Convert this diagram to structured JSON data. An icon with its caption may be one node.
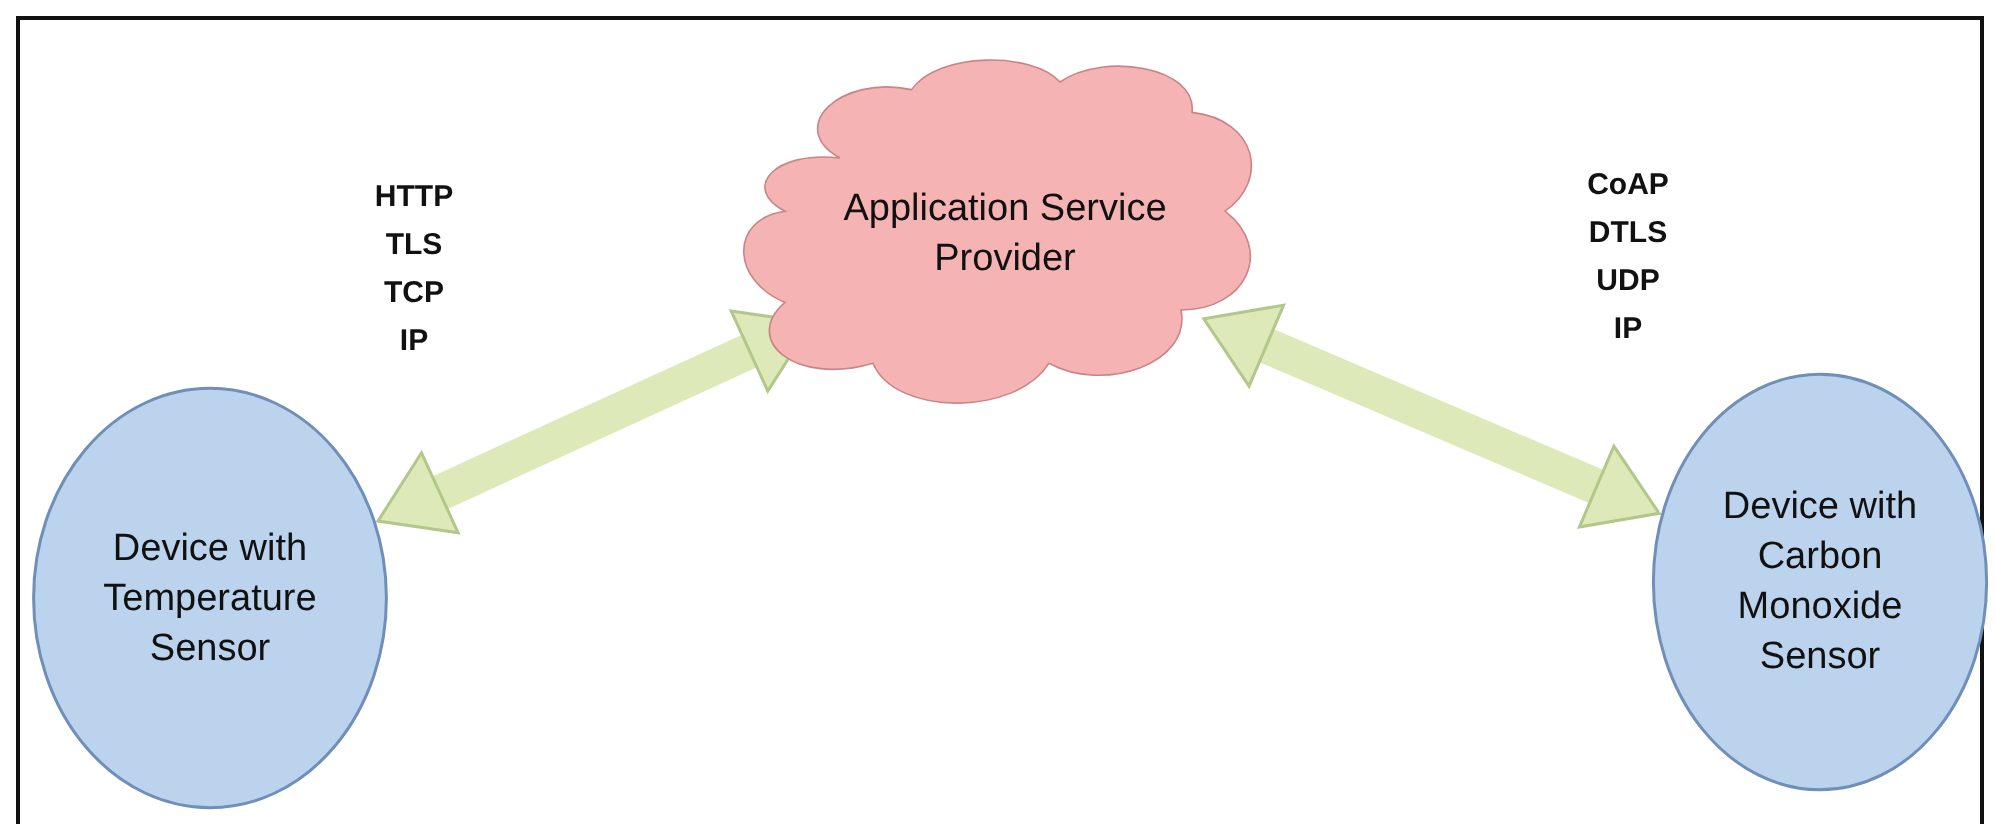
{
  "diagram": {
    "nodes": [
      {
        "text": [
          "Application Service Provider"
        ]
      },
      {
        "text": [
          "Device with Temperature Sensor"
        ]
      },
      {
        "text": [
          "Device with Carbon Monoxide Sensor"
        ]
      }
    ],
    "edges": [
      {
        "from": 1,
        "to": 0,
        "arrow": "both"
      },
      {
        "from": 0,
        "to": 2,
        "arrow": "both"
      }
    ],
    "labels": [
      "HTTP",
      "TLS",
      "TCP",
      "IP",
      "CoAP",
      "DTLS",
      "UDP",
      "IP"
    ]
  }
}
